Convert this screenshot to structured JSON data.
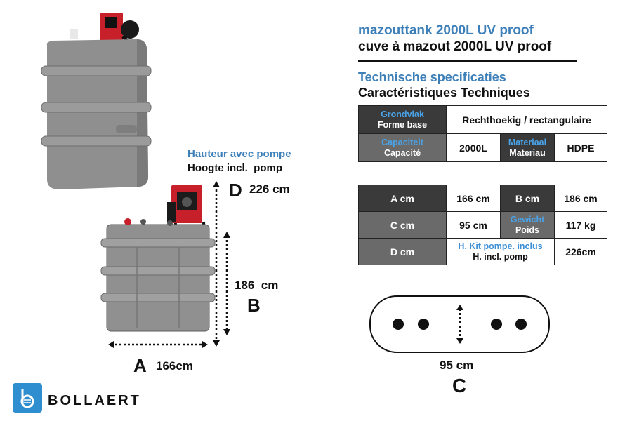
{
  "header": {
    "title_nl": "mazouttank 2000L UV proof",
    "title_fr": "cuve à mazout 2000L UV proof",
    "subtitle_nl": "Technische specificaties",
    "subtitle_fr": "Caractéristiques Techniques"
  },
  "spec_table": {
    "base_label_nl": "Grondvlak",
    "base_label_fr": "Forme base",
    "base_value": "Rechthoekig / rectangulaire",
    "capacity_label_nl": "Capaciteit",
    "capacity_label_fr": "Capacité",
    "capacity_value": "2000L",
    "material_label_nl": "Materiaal",
    "material_label_fr": "Materiau",
    "material_value": "HDPE"
  },
  "dim_table": {
    "a_label": "A cm",
    "a_value": "166 cm",
    "b_label": "B cm",
    "b_value": "186 cm",
    "c_label": "C cm",
    "c_value": "95 cm",
    "weight_label_nl": "Gewicht",
    "weight_label_fr": "Poids",
    "weight_value": "117 kg",
    "d_label": "D cm",
    "kit_label_fr": "H. Kit pompe. inclus",
    "kit_label_nl": "H. incl. pomp",
    "d_value": "226cm"
  },
  "drawing": {
    "pump_height_fr": "Hauteur avec pompe",
    "pump_height_nl": "Hoogte incl.  pomp",
    "d_letter": "D",
    "d_value": "226 cm",
    "b_value": "186  cm",
    "b_letter": "B",
    "a_letter": "A",
    "a_value": "166cm",
    "c_value": "95 cm",
    "c_letter": "C"
  },
  "logo": {
    "text": "BOLLAERT",
    "icon": "bollaert-logo-icon"
  },
  "colors": {
    "accent_blue": "#3d7fb8",
    "table_dark": "#3a3a3a",
    "table_mid": "#6a6a6a",
    "tank_grey": "#8c8c8c",
    "pump_red": "#c8202a"
  }
}
